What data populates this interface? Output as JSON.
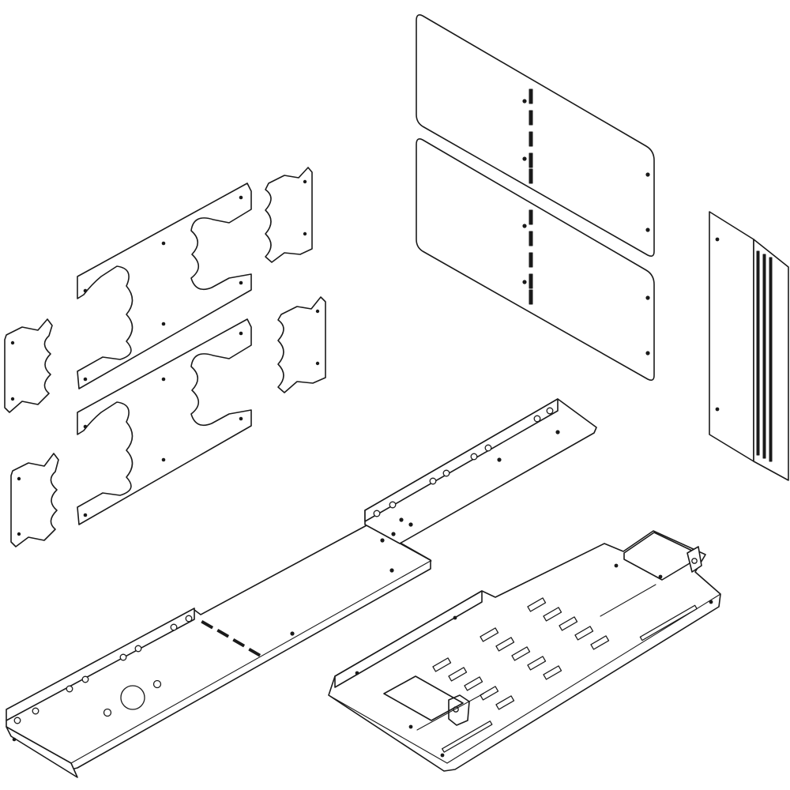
{
  "drawing": {
    "kind": "exploded isometric line drawing",
    "line_color": "#1a1a1a",
    "background": "#ffffff",
    "parts": [
      "upper-back-panel",
      "lower-back-panel",
      "side-vent-panel",
      "cable-bracket-plate-upper",
      "cable-bracket-plate-lower",
      "filler-plate-top-right",
      "filler-plate-mid-left",
      "filler-plate-mid-right",
      "filler-plate-bottom-left",
      "mounting-rail-long",
      "ventilated-tray"
    ]
  }
}
